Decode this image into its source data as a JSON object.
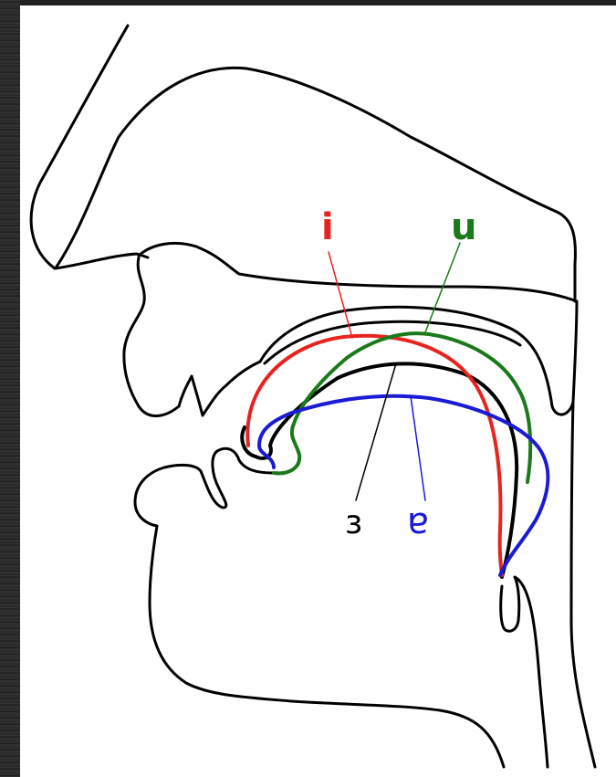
{
  "diagram": {
    "labels": {
      "i": "i",
      "u": "u",
      "3": "з",
      "e": "ɐ"
    },
    "colors": {
      "outline": "#000000",
      "i": "#e8231f",
      "u": "#1a7a1a",
      "3": "#000000",
      "e": "#1b1bd6",
      "background": "#ffffff",
      "frame": "#2a2a2a"
    }
  }
}
